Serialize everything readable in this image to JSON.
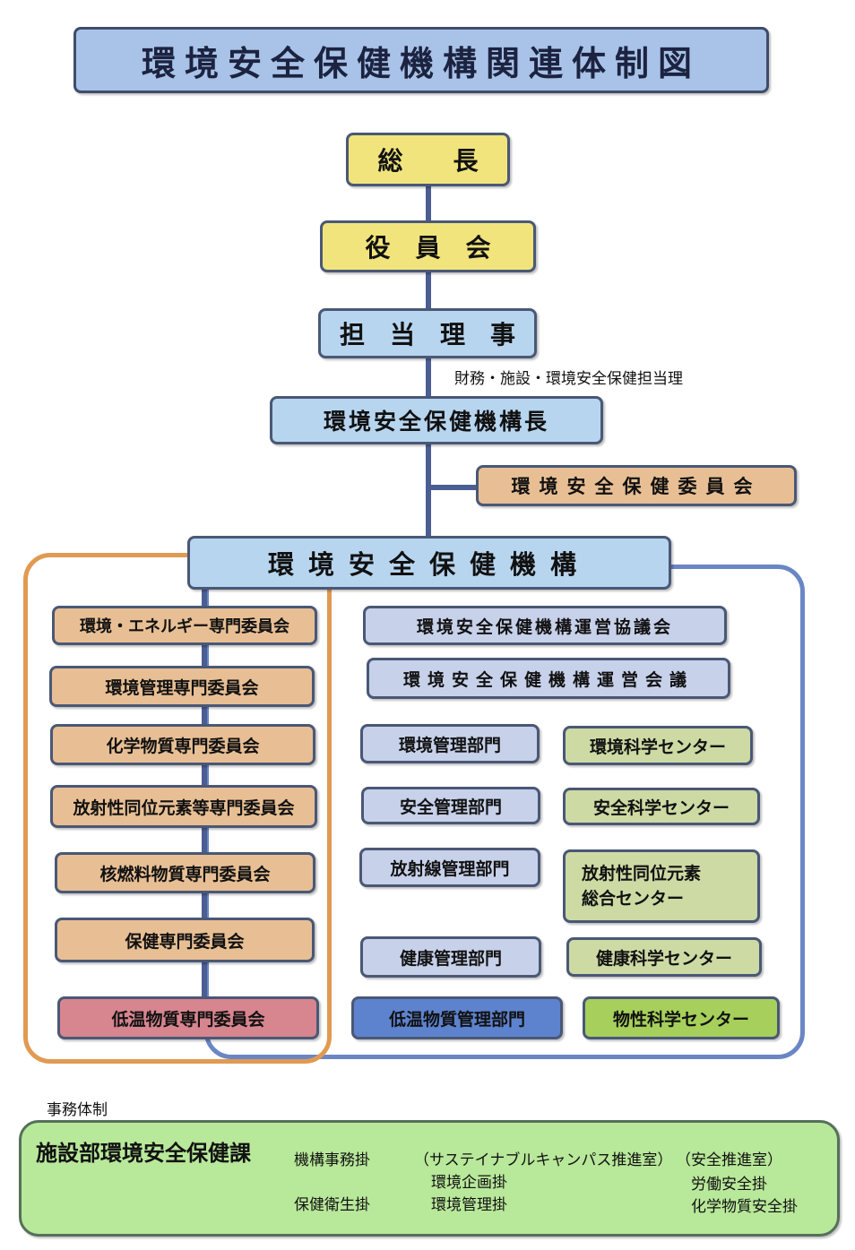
{
  "title": "環境安全保健機構関連体制図",
  "hierarchy": {
    "president": "総　　長",
    "board": "役　員　会",
    "director": "担　当　理　事",
    "director_note": "財務・施設・環境安全保健担当理",
    "org_head": "環境安全保健機構長",
    "committee": "環境安全保健委員会",
    "organization": "環境安全保健機構"
  },
  "committees": [
    "環境・エネルギー専門委員会",
    "環境管理専門委員会",
    "化学物質専門委員会",
    "放射性同位元素等専門委員会",
    "核燃料物質専門委員会",
    "保健専門委員会",
    "低温物質専門委員会"
  ],
  "councils": {
    "steering_council": "環境安全保健機構運営協議会",
    "steering_meeting": "環境安全保健機構運営会議"
  },
  "departments": [
    "環境管理部門",
    "安全管理部門",
    "放射線管理部門",
    "健康管理部門",
    "低温物質管理部門"
  ],
  "centers": [
    "環境科学センター",
    "安全科学センター",
    "放射性同位元素",
    "総合センター",
    "健康科学センター",
    "物性科学センター"
  ],
  "office": {
    "section_label": "事務体制",
    "division": "施設部環境安全保健課",
    "col1": [
      "機構事務掛",
      "保健衛生掛"
    ],
    "col2_header": "（サステイナブルキャンパス推進室）",
    "col2": [
      "環境企画掛",
      "環境管理掛"
    ],
    "col3_header": "（安全推進室）",
    "col3": [
      "労働安全掛",
      "化学物質安全掛"
    ]
  },
  "colors": {
    "yellow": "#f1e47c",
    "light_blue": "#b7d5ef",
    "pale_blue": "#c7d1ea",
    "orange": "#e8bf94",
    "pink": "#d7858f",
    "blue": "#5d83cf",
    "sage": "#cddaa4",
    "green": "#a6d05b",
    "office_green": "#b8e89a",
    "frame_orange": "#e09a52",
    "frame_blue": "#6a86c4"
  }
}
